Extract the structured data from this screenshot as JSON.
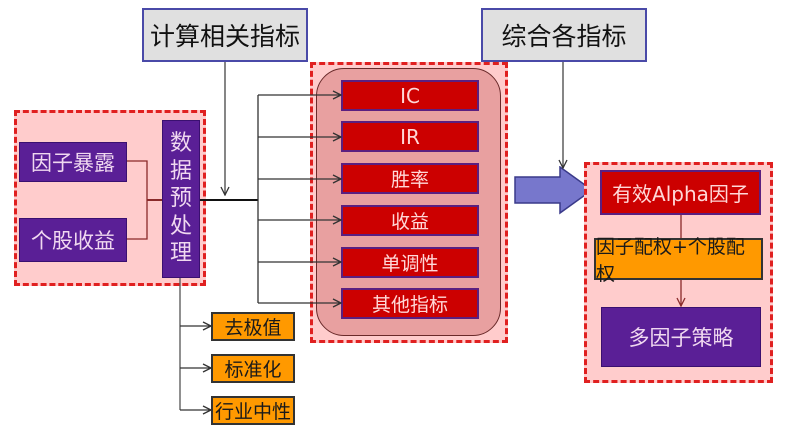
{
  "headers": {
    "compute_metrics": "计算相关指标",
    "combine_metrics": "综合各指标"
  },
  "inputs": {
    "factor_exposure": "因子暴露",
    "stock_returns": "个股收益"
  },
  "preprocess": {
    "label_chars": [
      "数",
      "据",
      "预",
      "处",
      "理"
    ],
    "steps": [
      "去极值",
      "标准化",
      "行业中性"
    ]
  },
  "metrics": [
    "IC",
    "IR",
    "胜率",
    "收益",
    "单调性",
    "其他指标"
  ],
  "output": {
    "alpha_factor": "有效Alpha因子",
    "weighting": "因子配权+个股配权",
    "strategy": "多因子策略"
  },
  "colors": {
    "dash_border": "#e02020",
    "dash_fill": "#ffcccc",
    "purple": "#5a1f96",
    "red": "#cc0000",
    "orange": "#ff9900",
    "arrow": "#7777cc"
  }
}
